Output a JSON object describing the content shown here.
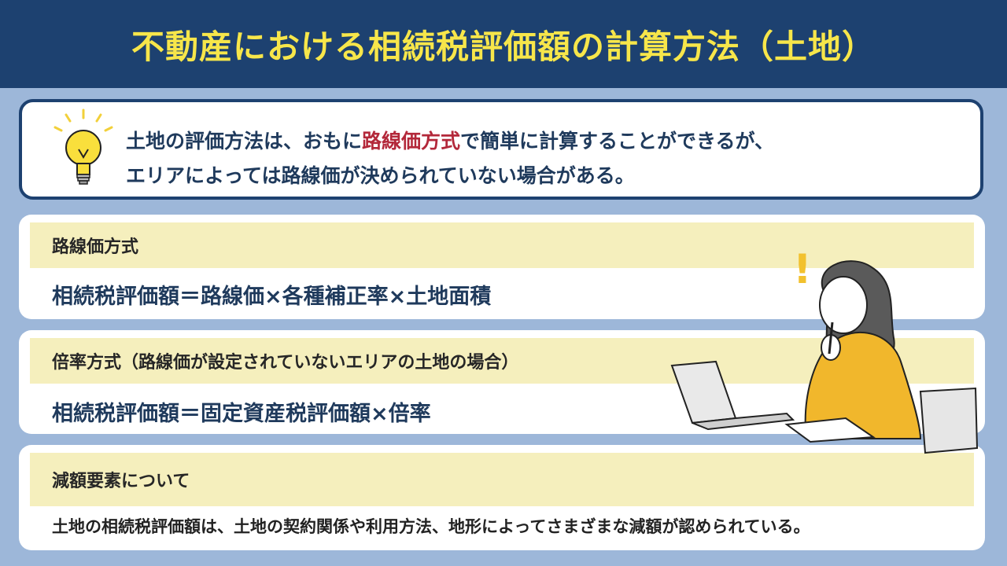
{
  "header": {
    "title": "不動産における相続税評価額の計算方法（土地）"
  },
  "intro": {
    "line1_prefix": "土地の評価方法は、おもに",
    "line1_highlight": "路線価方式",
    "line1_suffix": "で簡単に計算することができるが、",
    "line2": "エリアによっては路線価が決められていない場合がある。"
  },
  "cards": [
    {
      "heading": "路線価方式",
      "formula": "相続税評価額＝路線価×各種補正率×土地面積"
    },
    {
      "heading": "倍率方式（路線価が設定されていないエリアの土地の場合）",
      "formula": "相続税評価額＝固定資産税評価額×倍率"
    },
    {
      "heading": "減額要素について",
      "body": "土地の相続税評価額は、土地の契約関係や利用方法、地形によってさまざまな減額が認められている。"
    }
  ],
  "illustration": {
    "exclamation": "!"
  },
  "colors": {
    "background": "#9db7d9",
    "header_bg": "#1d4170",
    "header_text": "#f7e64a",
    "highlight": "#b3283a",
    "card_head_bg": "#f5efbd",
    "formula_text": "#1f3a5c"
  },
  "icons": [
    "lightbulb-icon",
    "person-thinking-illustration"
  ]
}
